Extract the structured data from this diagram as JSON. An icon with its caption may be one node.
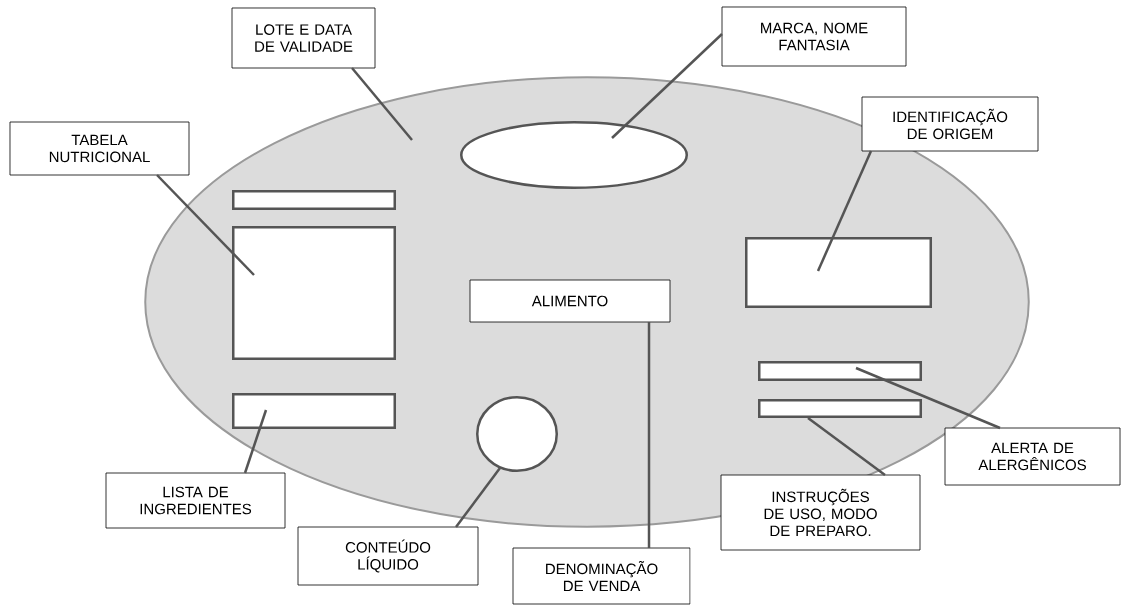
{
  "diagram": {
    "nodes": [
      {
        "text": [],
        "shape": "ellipse"
      },
      {
        "text": [
          "LOTE E DATA DE VALIDADE"
        ]
      },
      {
        "text": [
          "MARCA, NOME FANTASIA"
        ]
      },
      {
        "text": [
          "TABELA NUTRICIONAL"
        ]
      },
      {
        "text": [],
        "shape": "ellipse",
        "in": 0
      },
      {
        "text": [
          "IDENTIFICAÇÃO DE ORIGEM"
        ]
      },
      {
        "text": [],
        "shape": "bar",
        "in": 0
      },
      {
        "text": [],
        "shape": "box",
        "in": 0
      },
      {
        "text": [],
        "shape": "box",
        "in": 0
      },
      {
        "text": [
          "ALIMENTO"
        ],
        "in": 0
      },
      {
        "text": [],
        "shape": "bar",
        "in": 0
      },
      {
        "text": [],
        "shape": "bar",
        "in": 0
      },
      {
        "text": [],
        "shape": "bar",
        "in": 0
      },
      {
        "text": [],
        "shape": "circle",
        "in": 0
      },
      {
        "text": [
          "ALERTA DE ALERGÊNICOS"
        ]
      },
      {
        "text": [
          "INSTRUÇÕES DE USO, MODO DE PREPARO."
        ]
      },
      {
        "text": [
          "LISTA DE INGREDIENTES"
        ]
      },
      {
        "text": [
          "CONTEÚDO LÍQUIDO"
        ]
      },
      {
        "text": [
          "DENOMINAÇÃO DE VENDA"
        ]
      }
    ],
    "edges": [
      {
        "from": 1,
        "to": 0,
        "arrow": "none"
      },
      {
        "from": 2,
        "to": 4,
        "arrow": "none"
      },
      {
        "from": 3,
        "to": 7,
        "arrow": "none"
      },
      {
        "from": 5,
        "to": 8,
        "arrow": "none"
      },
      {
        "from": 18,
        "to": 9,
        "arrow": "none"
      },
      {
        "from": 14,
        "to": 10,
        "arrow": "none"
      },
      {
        "from": 15,
        "to": 11,
        "arrow": "none"
      },
      {
        "from": 16,
        "to": 12,
        "arrow": "none"
      },
      {
        "from": 17,
        "to": 13,
        "arrow": "none"
      }
    ]
  }
}
